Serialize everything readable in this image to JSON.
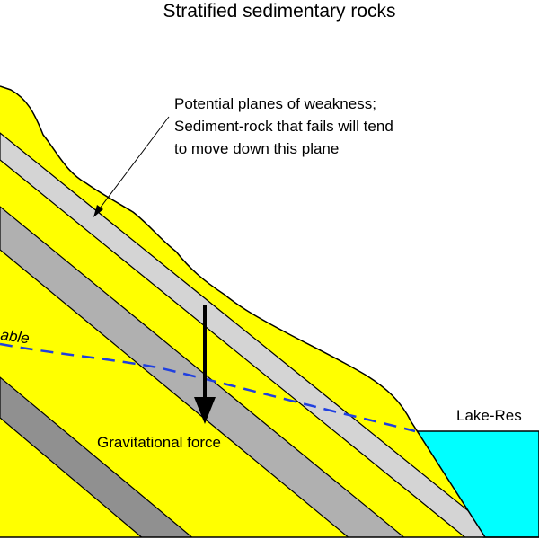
{
  "title": "Stratified sedimentary rocks",
  "annotation": {
    "lines": [
      "Potential planes of weakness;",
      "Sediment-rock that fails will tend",
      "to move down this plane"
    ]
  },
  "labels": {
    "water_table": "able",
    "gravity": "Gravitational force",
    "lake": "Lake-Res"
  },
  "colors": {
    "sediment": "#ffff00",
    "light_layer": "#d4d4d4",
    "mid_layer": "#b0b0b0",
    "dark_layer": "#909090",
    "water": "#00ffff",
    "water_table_line": "#1f3fe0",
    "outline": "#000000"
  }
}
